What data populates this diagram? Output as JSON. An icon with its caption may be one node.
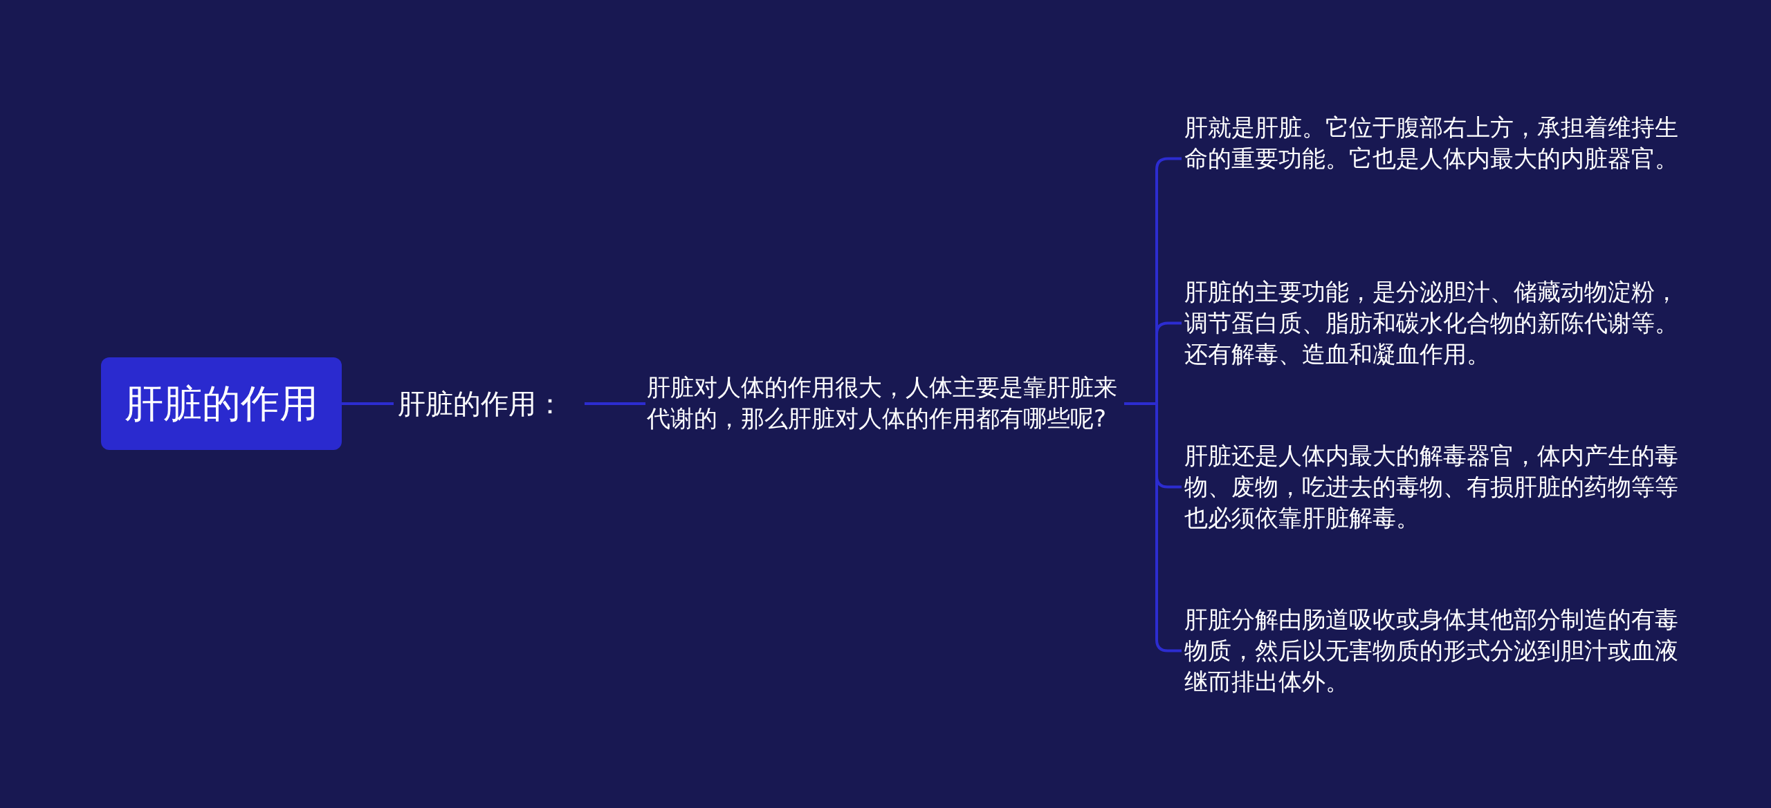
{
  "diagram": {
    "nodes": [
      {
        "text": [
          "肝脏的作用"
        ]
      },
      {
        "text": [
          "肝脏的作用："
        ]
      },
      {
        "text": [
          "肝脏对人体的作用很大，人体主要是靠肝脏来代谢的，那么肝脏对人体的作用都有哪些呢?"
        ]
      },
      {
        "text": [
          "肝就是肝脏。它位于腹部右上方，承担着维持生命的重要功能。它也是人体内最大的内脏器官。"
        ]
      },
      {
        "text": [
          "肝脏的主要功能，是分泌胆汁、储藏动物淀粉，调节蛋白质、脂肪和碳水化合物的新陈代谢等。还有解毒、造血和凝血作用。"
        ]
      },
      {
        "text": [
          "肝脏还是人体内最大的解毒器官，体内产生的毒物、废物，吃进去的毒物、有损肝脏的药物等等也必须依靠肝脏解毒。"
        ]
      },
      {
        "text": [
          "肝脏分解由肠道吸收或身体其他部分制造的有毒物质，然后以无害物质的形式分泌到胆汁或血液继而排出体外。"
        ]
      }
    ],
    "edges": [
      {
        "from": 0,
        "to": 1,
        "arrow": "none"
      },
      {
        "from": 1,
        "to": 2,
        "arrow": "none"
      },
      {
        "from": 2,
        "to": 3,
        "arrow": "none"
      },
      {
        "from": 2,
        "to": 4,
        "arrow": "none"
      },
      {
        "from": 2,
        "to": 5,
        "arrow": "none"
      },
      {
        "from": 2,
        "to": 6,
        "arrow": "none"
      }
    ]
  }
}
